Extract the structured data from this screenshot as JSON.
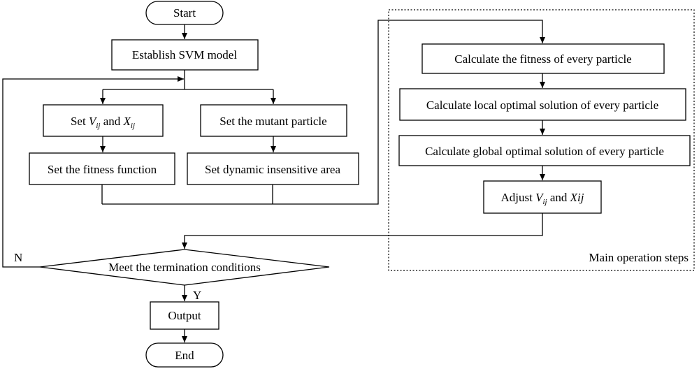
{
  "flowchart": {
    "start": "Start",
    "establish": "Establish SVM model",
    "set_vx": {
      "prefix": "Set ",
      "v": "V",
      "v_sub": "ij",
      "and": " and ",
      "x": "X",
      "x_sub": "ij"
    },
    "set_mutant": "Set the mutant particle",
    "set_fitness": "Set the fitness function",
    "set_dynamic": "Set dynamic insensitive area",
    "calc_fitness": "Calculate the fitness of every particle",
    "calc_local": "Calculate local optimal solution of every particle",
    "calc_global": "Calculate global optimal solution of every particle",
    "adjust": {
      "prefix": "Adjust ",
      "v": "V",
      "v_sub": "ij",
      "and": " and ",
      "x": "Xij"
    },
    "main_steps": "Main operation steps",
    "termination": "Meet the termination conditions",
    "label_n": "N",
    "label_y": "Y",
    "output": "Output",
    "end": "End"
  }
}
